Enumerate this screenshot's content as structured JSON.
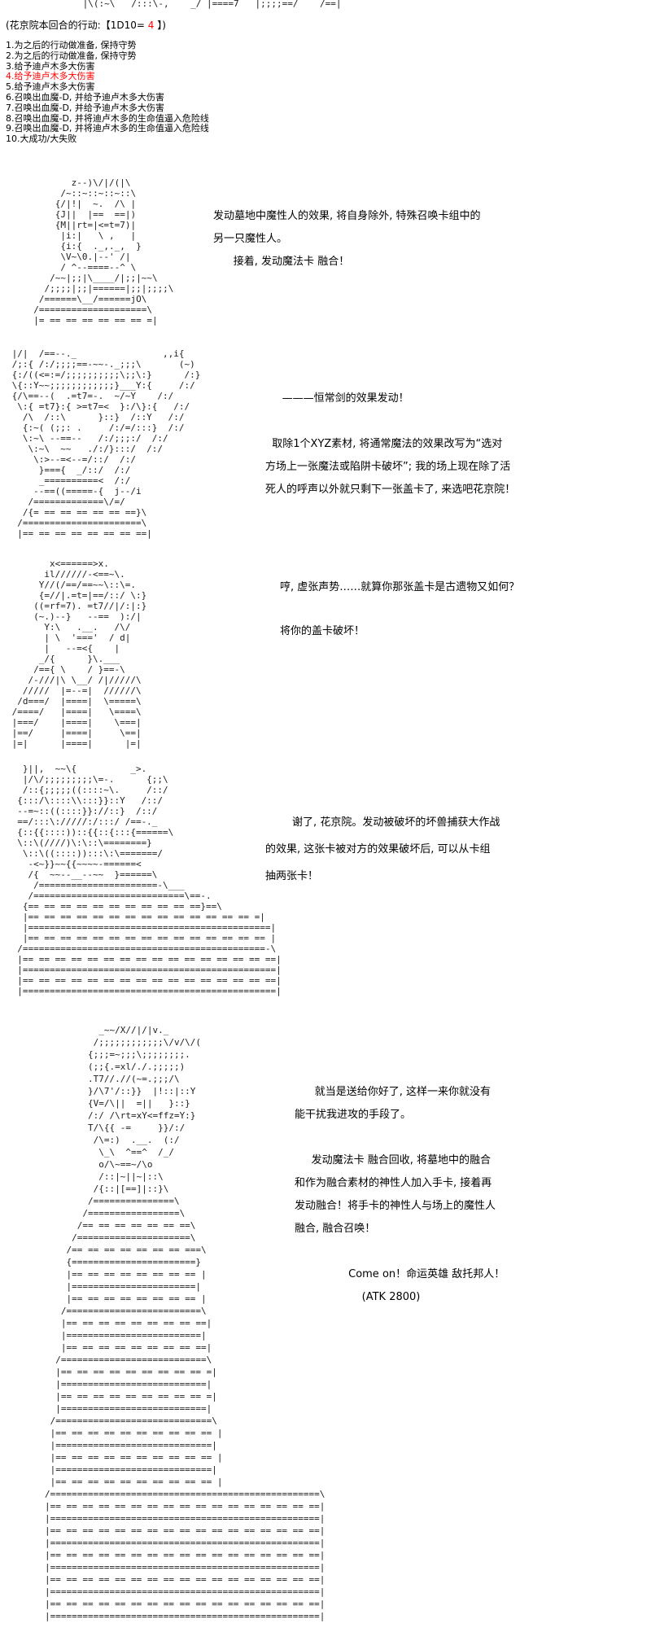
{
  "page": {
    "colors": {
      "background": "#ffffff",
      "text": "#000000",
      "dice_highlight": "#ff0000"
    }
  },
  "top_fragment": " |\\(:~\\   /:::\\-,    _/ |====7   |;;;;==/    /==|",
  "roll": {
    "prefix": "(花京院本回合的行动:【1D10= ",
    "value": "4",
    "suffix": " 】)"
  },
  "options": [
    "1.为之后的行动做准备, 保持守势",
    "2.为之后的行动做准备, 保持守势",
    "3.给予迪卢木多大伤害",
    "4.给予迪卢木多大伤害",
    "5.给予迪卢木多大伤害",
    "6.召唤出血魔-D, 并给予迪卢木多大伤害",
    "7.召唤出血魔-D, 并给予迪卢木多大伤害",
    "8.召唤出血魔-D, 并将迪卢木多的生命值逼入危险线",
    "9.召唤出血魔-D, 并将迪卢木多的生命值逼入危险线",
    "10.大成功/大失败"
  ],
  "highlighted_option": "4",
  "sections": [
    {
      "aa": "         z--)\\/|/(|\\\n       /~::~::~::~::\\\n      {/|!|  ~.  /\\ |\n      {J||  |==  ==|)\n      {M||rt=|<=t=7)|\n       |i:|   \\ ,   |\n       {i:{  ._,._,  }\n       \\V~\\0.|--' /|\n       / ^--====--^ \\\n     /~~|;;|\\____/|;;|~~\\\n    /;;;;|;;|======|;;|;;;;\\\n   /======\\__/======jO\\\n  /====================\\\n  |= == == == == == == =|",
      "dialogue": "发动墓地中魔性人的效果, 将自身除外, 特殊召唤卡组中的\n另一只魔性人。\n      接着, 发动魔法卡 融合！"
    },
    {
      "aa": " |/|  /==--._                ,,i{\n /;:{ /:/;;;;==-~~-._;;;\\       (~)\n {:/((<=:=/;;;;;;;;;;\\;;\\:}      /:}\n \\{::Y~~;;;;;;;;;;;;}___Y:{     /:/\n {/\\==--(  .=t7=-.  ~/~Y    /:/\n  \\:{ =t7}:{ >=t7=<  }:/\\}:{   /:/\n   /\\  /::\\      }::}  /::Y   /:/\n   {:~( (;;: .     /:/=/:::}  /:/\n   \\:~\\ --==--   /:/;;;:/  /:/\n    \\:~\\  ~~   ./:/}:::/  /:/\n     \\:>--=<--=/::/  /:/\n      }==={  _/::/  /:/\n      _==========<  /:/\n     --==((=====-{  j--/i\n    /=============\\/=/\n   /{= == == == == == ==}\\\n  /======================\\\n  |== == == == == == == ==|",
      "dialogue": "     ———恒常剑的效果发动！\n\n  取除1个XYZ素材, 将通常魔法的效果改写为“选对\n方场上一张魔法或陷阱卡破坏”; 我的场上现在除了活\n死人的呼声以外就只剩下一张盖卡了, 来选吧花京院！"
    },
    {
      "aa": "        x<======>x.\n       il//////-<==~\\.\n      Y//(/==/==~~\\::\\=.\n      {=//|.=t=|==/::/ \\:}\n     ((=rf=7). =t7//|/:|:}\n     (~.)--}   --==  ):/|\n       Y:\\   .__.   /\\/\n       | \\  '==='  / d|\n       |   --=<{    |\n      _/{      }\\.___\n     /=={ \\    / }==-\\\n    /-///|\\ \\__/ /|/////\\\n   /////  |=--=|  //////\\\n  /d===/  |====|  \\=====\\\n /====/   |====|   \\====\\\n |===/    |====|    \\===|\n |==/     |====|     \\==|\n |=|      |====|      |=|",
      "dialogue": "哼, 虚张声势……就算你那张盖卡是古遗物又如何？\n\n将你的盖卡破坏！"
    },
    {
      "aa": "   }||,  ~~\\{          _>.\n   |/\\/;;;;;;;;;\\=-.      {;;\\\n   /::{;;;;;((::::~\\.     /::/\n  {:::/\\::::\\\\:::}}::Y   /::/\n  --=~::((::::}}://::}  /::/\n  ==/:::\\://///:/:::/ /==-._\n  {::{{::::))::{{::{:::{======\\\n  \\::\\(////)\\:\\::\\========}\n   \\::\\((::::)):::\\:\\=======/\n    -<~}}~~{{~~~~-======<\n    /{  ~~--__--~~  }======\\\n     /======================-\\___\n    /============================\\==-.\n   {== == == == == == == == == == ==}==\\\n   |== == == == == == == == == == == == == == =|\n   |=============================================|\n   |== == == == == == == == == == == == == == == |\n  /=============================================-\\\n  |== == == == == == == == == == == == == == == ==|\n  |===============================================|\n  |== == == == == == == == == == == == == == == ==|\n  |===============================================|",
      "dialogue": "        谢了, 花京院。发动被破坏的坏兽捕获大作战\n的效果, 这张卡被对方的效果破坏后, 可以从卡组\n抽两张卡！"
    },
    {
      "aa": "          _~~/X//|/|v._\n         /;;;;;;;;;;;;\\/v/\\/(\n        {;;;=~;;;\\;;;;;;;;.\n        (;;{.=xl/./.;;;;;)\n        .T7//.//(~=.;;;/\\\n        }/\\7'/::}}  |!::|::Y\n        {V=/\\||  =||   }::}\n        /:/ /\\rt=xY<=ffz=Y:}\n        T/\\{{ -=     }}/:/\n         /\\=:)  .__.  (:/\n          \\_\\  ^==^  /_/\n          o/\\~==~/\\o\n          /::|~||~|::\\\n         /{::|[==]|::}\\\n        /===============\\\n       /=================\\\n      /== == == == == == ==\\\n     /=====================\\\n    /== == == == == == == ===\\\n    {=======================}\n    |== == == == == == == == |\n    |=======================|\n    |== == == == == == == == |\n   /=========================\\\n   |== == == == == == == == ==|\n   |=========================|\n   |== == == == == == == == ==|\n  /===========================\\\n  |== == == == == == == == == =|\n  |===========================|\n  |== == == == == == == == == =|\n  |===========================|\n /=============================\\\n |== == == == == == == == == == |\n |=============================|\n |== == == == == == == == == == |\n |=============================|\n |== == == == == == == == == == |\n/==================================================\\\n|== == == == == == == == == == == == == == == == ==|\n|==================================================|\n|== == == == == == == == == == == == == == == == ==|\n|==================================================|\n|== == == == == == == == == == == == == == == == ==|\n|==================================================|\n|== == == == == == == == == == == == == == == == ==|\n|==================================================|\n|== == == == == == == == == == == == == == == == ==|\n|==================================================|",
      "dialogue": "      就当是送给你好了, 这样一来你就没有\n能干扰我进攻的手段了。\n\n     发动魔法卡 融合回收, 将墓地中的融合\n和作为融合素材的神性人加入手卡, 接着再\n发动融合！将手卡的神性人与场上的魔性人\n融合, 融合召唤！\n\n                Come on！命运英雄 敌托邦人！\n                    (ATK 2800)"
    }
  ]
}
